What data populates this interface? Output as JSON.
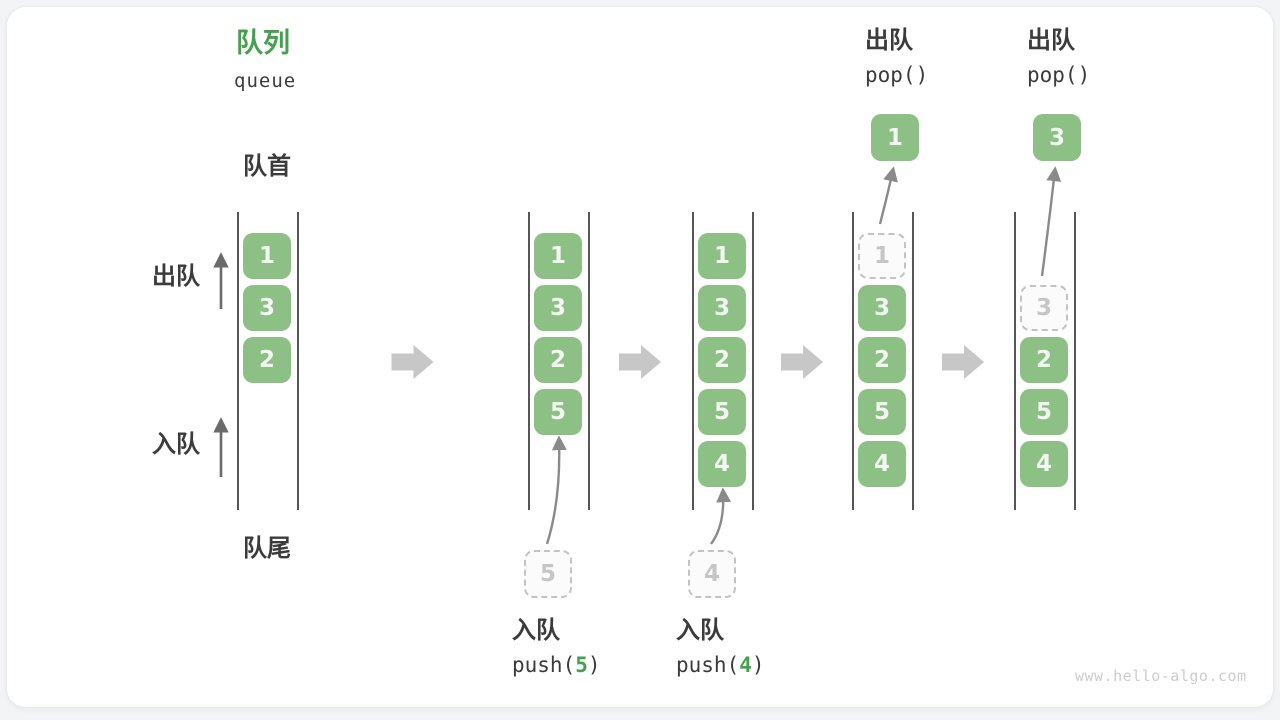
{
  "title": {
    "zh": "队列",
    "en": "queue"
  },
  "side_labels": {
    "front": "队首",
    "rear": "队尾",
    "dequeue": "出队",
    "enqueue": "入队"
  },
  "watermark": "www.hello-algo.com",
  "colors": {
    "accent_green": "#44a14e",
    "item_green": "#8cc084",
    "item_text": "#f3f7f1",
    "dashed_gray": "#c3c3c3",
    "text_dark": "#3b3b3b",
    "transition_arrow_gray": "#c7c7c7",
    "motion_arrow_gray": "#8a8a8a"
  },
  "columns": [
    {
      "slots": [
        {
          "v": "1",
          "kind": "solid"
        },
        {
          "v": "3",
          "kind": "solid"
        },
        {
          "v": "2",
          "kind": "solid"
        },
        null,
        null
      ]
    },
    {
      "slots": [
        {
          "v": "1",
          "kind": "solid"
        },
        {
          "v": "3",
          "kind": "solid"
        },
        {
          "v": "2",
          "kind": "solid"
        },
        {
          "v": "5",
          "kind": "solid"
        },
        null
      ],
      "staging": {
        "v": "5"
      },
      "op": {
        "zh": "入队",
        "code_pre": "push(",
        "code_arg": "5",
        "code_post": ")"
      }
    },
    {
      "slots": [
        {
          "v": "1",
          "kind": "solid"
        },
        {
          "v": "3",
          "kind": "solid"
        },
        {
          "v": "2",
          "kind": "solid"
        },
        {
          "v": "5",
          "kind": "solid"
        },
        {
          "v": "4",
          "kind": "solid"
        }
      ],
      "staging": {
        "v": "4"
      },
      "op": {
        "zh": "入队",
        "code_pre": "push(",
        "code_arg": "4",
        "code_post": ")"
      }
    },
    {
      "slots": [
        {
          "v": "1",
          "kind": "dashed"
        },
        {
          "v": "3",
          "kind": "solid"
        },
        {
          "v": "2",
          "kind": "solid"
        },
        {
          "v": "5",
          "kind": "solid"
        },
        {
          "v": "4",
          "kind": "solid"
        }
      ],
      "popped": {
        "v": "1"
      },
      "header": {
        "zh": "出队",
        "code": "pop()"
      }
    },
    {
      "slots": [
        null,
        {
          "v": "3",
          "kind": "dashed"
        },
        {
          "v": "2",
          "kind": "solid"
        },
        {
          "v": "5",
          "kind": "solid"
        },
        {
          "v": "4",
          "kind": "solid"
        }
      ],
      "popped": {
        "v": "3"
      },
      "header": {
        "zh": "出队",
        "code": "pop()"
      }
    }
  ]
}
